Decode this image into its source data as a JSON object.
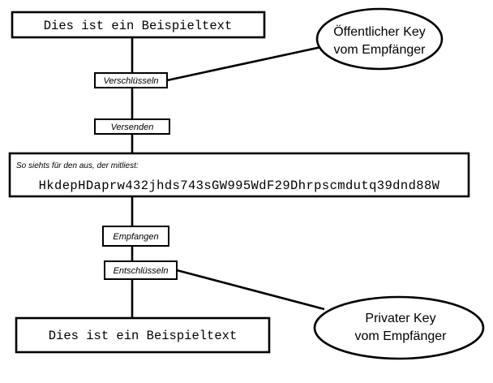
{
  "plaintext_top": "Dies ist ein Beispieltext",
  "plaintext_bottom": "Dies ist ein Beispieltext",
  "steps": {
    "encrypt": "Verschlüsseln",
    "send": "Versenden",
    "receive": "Empfangen",
    "decrypt": "Entschlüsseln"
  },
  "intercept": {
    "caption": "So siehts für den aus, der mitliest:",
    "ciphertext": "HkdepHDaprw432jhds743sGW995WdF29Dhrpscmdutq39dnd88W"
  },
  "public_key": {
    "line1": "Öffentlicher Key",
    "line2": "vom Empfänger"
  },
  "private_key": {
    "line1": "Privater Key",
    "line2": "vom Empfänger"
  }
}
